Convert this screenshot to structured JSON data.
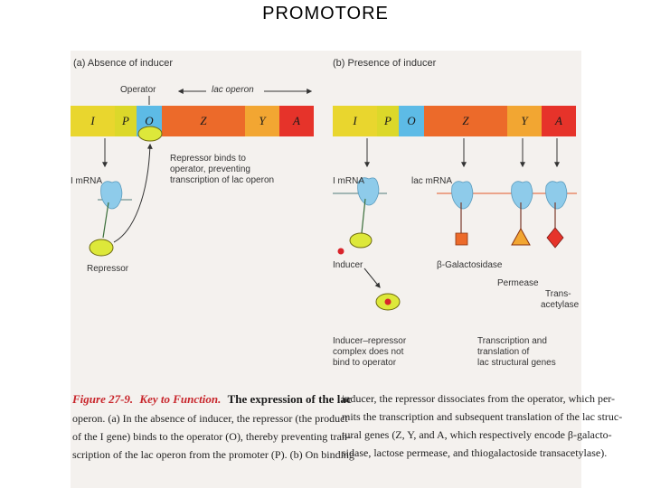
{
  "page": {
    "title": "PROMOTORE"
  },
  "panel_a": {
    "title": "(a)  Absence of inducer",
    "operator_label": "Operator",
    "operon_label": "lac operon",
    "genes": [
      "I",
      "P",
      "O",
      "Z",
      "Y",
      "A"
    ],
    "mrna_label": "I mRNA",
    "repressor_label": "Repressor",
    "note_lines": [
      "Repressor binds to",
      "operator, preventing",
      "transcription of lac operon"
    ]
  },
  "panel_b": {
    "title": "(b)  Presence of inducer",
    "genes": [
      "I",
      "P",
      "O",
      "Z",
      "Y",
      "A"
    ],
    "mrna_i_label": "I mRNA",
    "mrna_lac_label": "lac  mRNA",
    "inducer_label": "Inducer",
    "beta_gal_label": "β-Galactosidase",
    "permease_label": "Permease",
    "transacetylase_lines": [
      "Trans-",
      "acetylase"
    ],
    "complex_lines": [
      "Inducer–repressor",
      "complex does not",
      "bind to operator"
    ],
    "transcription_lines": [
      "Transcription and",
      "translation of",
      "lac  structural genes"
    ]
  },
  "caption": {
    "figure_label": "Figure 27-9.",
    "key_label": "Key to Function.",
    "heading_rest": "The expression of the lac",
    "left_lines": [
      "operon.  (a) In the absence of inducer, the repressor (the product",
      "of the I gene) binds to the operator (O), thereby preventing tran-",
      "scription of the lac operon from the promoter (P). (b) On binding"
    ],
    "right_lines": [
      "inducer, the repressor dissociates from the operator, which per-",
      "mits the transcription and subsequent translation of the lac struc-",
      "tural genes (Z, Y, and A, which respectively encode β-galacto-",
      "sidase, lactose permease, and thiogalactoside transacetylase)."
    ]
  },
  "colors": {
    "gene_I": "#e9d62e",
    "gene_P": "#dcd82a",
    "gene_O": "#5dbbe6",
    "gene_Z": "#ec6a2a",
    "gene_Y": "#f2a632",
    "gene_A": "#e6332a",
    "repressor": "#dde83a",
    "inducer": "#d9242b",
    "ribosome": "#8ecbea",
    "mrna_line": "#e88a6a",
    "caption_accent": "#c8252b"
  }
}
